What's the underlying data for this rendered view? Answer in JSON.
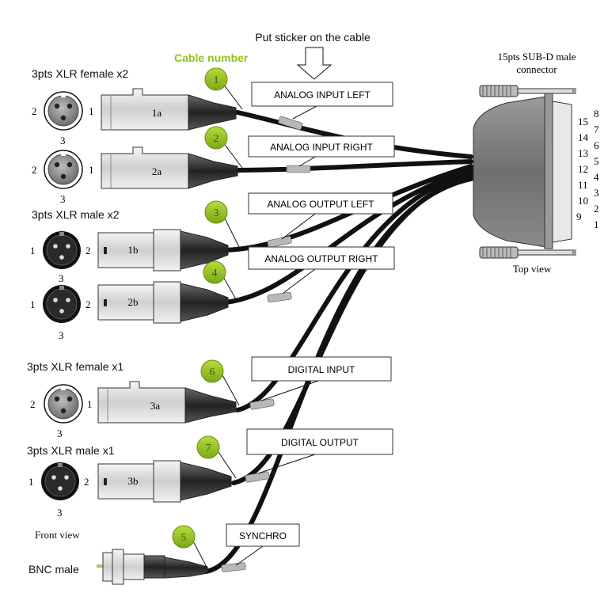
{
  "header": {
    "sticker_note": "Put sticker on the cable",
    "cable_number_title": "Cable number"
  },
  "sections": {
    "xlr_female_x2": "3pts XLR female x2",
    "xlr_male_x2": "3pts XLR male x2",
    "xlr_female_x1": "3pts XLR female x1",
    "xlr_male_x1": "3pts XLR male x1",
    "bnc_male": "BNC male",
    "front_view": "Front view"
  },
  "subd": {
    "title_line1": "15pts SUB-D male",
    "title_line2": "connector",
    "top_view": "Top view",
    "pins_left": [
      "15",
      "14",
      "13",
      "12",
      "11",
      "10",
      "9"
    ],
    "pins_right": [
      "8",
      "7",
      "6",
      "5",
      "4",
      "3",
      "2",
      "1"
    ]
  },
  "connectors": [
    {
      "id": "c1",
      "type": "female",
      "plug_label": "1a",
      "cable_number": "1",
      "sticker": "ANALOG INPUT LEFT",
      "pins": {
        "left": "2",
        "right": "1",
        "bottom": "3"
      }
    },
    {
      "id": "c2",
      "type": "female",
      "plug_label": "2a",
      "cable_number": "2",
      "sticker": "ANALOG INPUT RIGHT",
      "pins": {
        "left": "2",
        "right": "1",
        "bottom": "3"
      }
    },
    {
      "id": "c3",
      "type": "male",
      "plug_label": "1b",
      "cable_number": "3",
      "sticker": "ANALOG OUTPUT LEFT",
      "pins": {
        "left": "1",
        "right": "2",
        "bottom": "3"
      }
    },
    {
      "id": "c4",
      "type": "male",
      "plug_label": "2b",
      "cable_number": "4",
      "sticker": "ANALOG OUTPUT RIGHT",
      "pins": {
        "left": "1",
        "right": "2",
        "bottom": "3"
      }
    },
    {
      "id": "c6",
      "type": "female",
      "plug_label": "3a",
      "cable_number": "6",
      "sticker": "DIGITAL INPUT",
      "pins": {
        "left": "2",
        "right": "1",
        "bottom": "3"
      }
    },
    {
      "id": "c7",
      "type": "male",
      "plug_label": "3b",
      "cable_number": "7",
      "sticker": "DIGITAL OUTPUT",
      "pins": {
        "left": "1",
        "right": "2",
        "bottom": "3"
      }
    },
    {
      "id": "c5",
      "type": "bnc",
      "plug_label": "",
      "cable_number": "5",
      "sticker": "SYNCHRO"
    }
  ],
  "colors": {
    "badge_green": "#8fc31f",
    "badge_text": "#5a7a10",
    "title_green": "#8fc31f",
    "cable": "#111111",
    "plug_silver": "#d9d9d9",
    "plug_dark": "#3a3a3a",
    "subd_body": "#7a7a7a"
  }
}
